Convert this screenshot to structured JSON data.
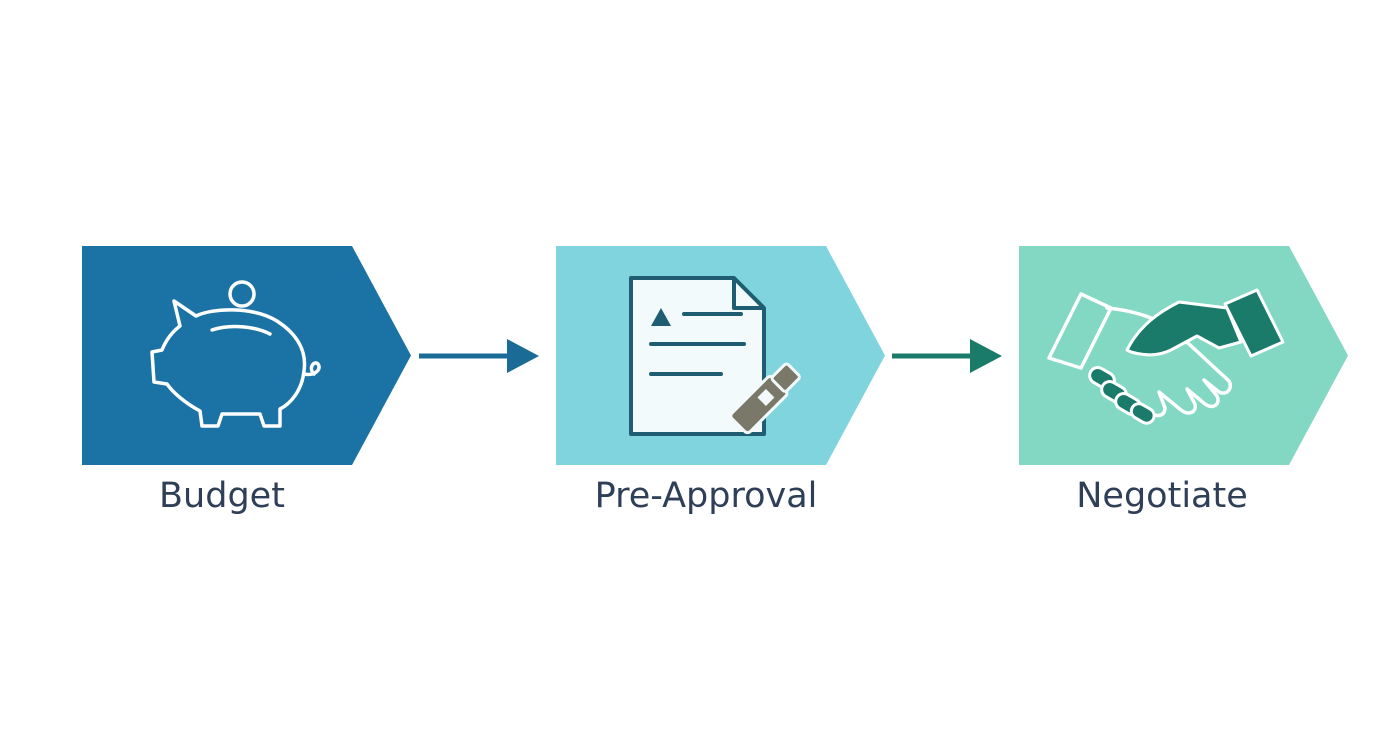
{
  "steps": [
    {
      "label": "Budget",
      "icon": "piggy-bank-icon",
      "fill": "#1A72A5",
      "text_color": "#2F3F58"
    },
    {
      "label": "Pre-Approval",
      "icon": "document-approval-icon",
      "fill": "#7FD4DE",
      "text_color": "#2F3F58"
    },
    {
      "label": "Negotiate",
      "icon": "handshake-icon",
      "fill": "#82D8C2",
      "text_color": "#2F3F58"
    }
  ],
  "connectors": [
    {
      "icon": "arrow-right-icon",
      "color": "#1A6B95"
    },
    {
      "icon": "arrow-right-icon",
      "color": "#1B7B6A"
    }
  ],
  "colors": {
    "background": "#FFFFFF",
    "icon_stroke_dark": "#1F5E72",
    "accent_green": "#1B7B6A",
    "paper": "#F3FAFC",
    "tool_gray": "#7A7868"
  }
}
